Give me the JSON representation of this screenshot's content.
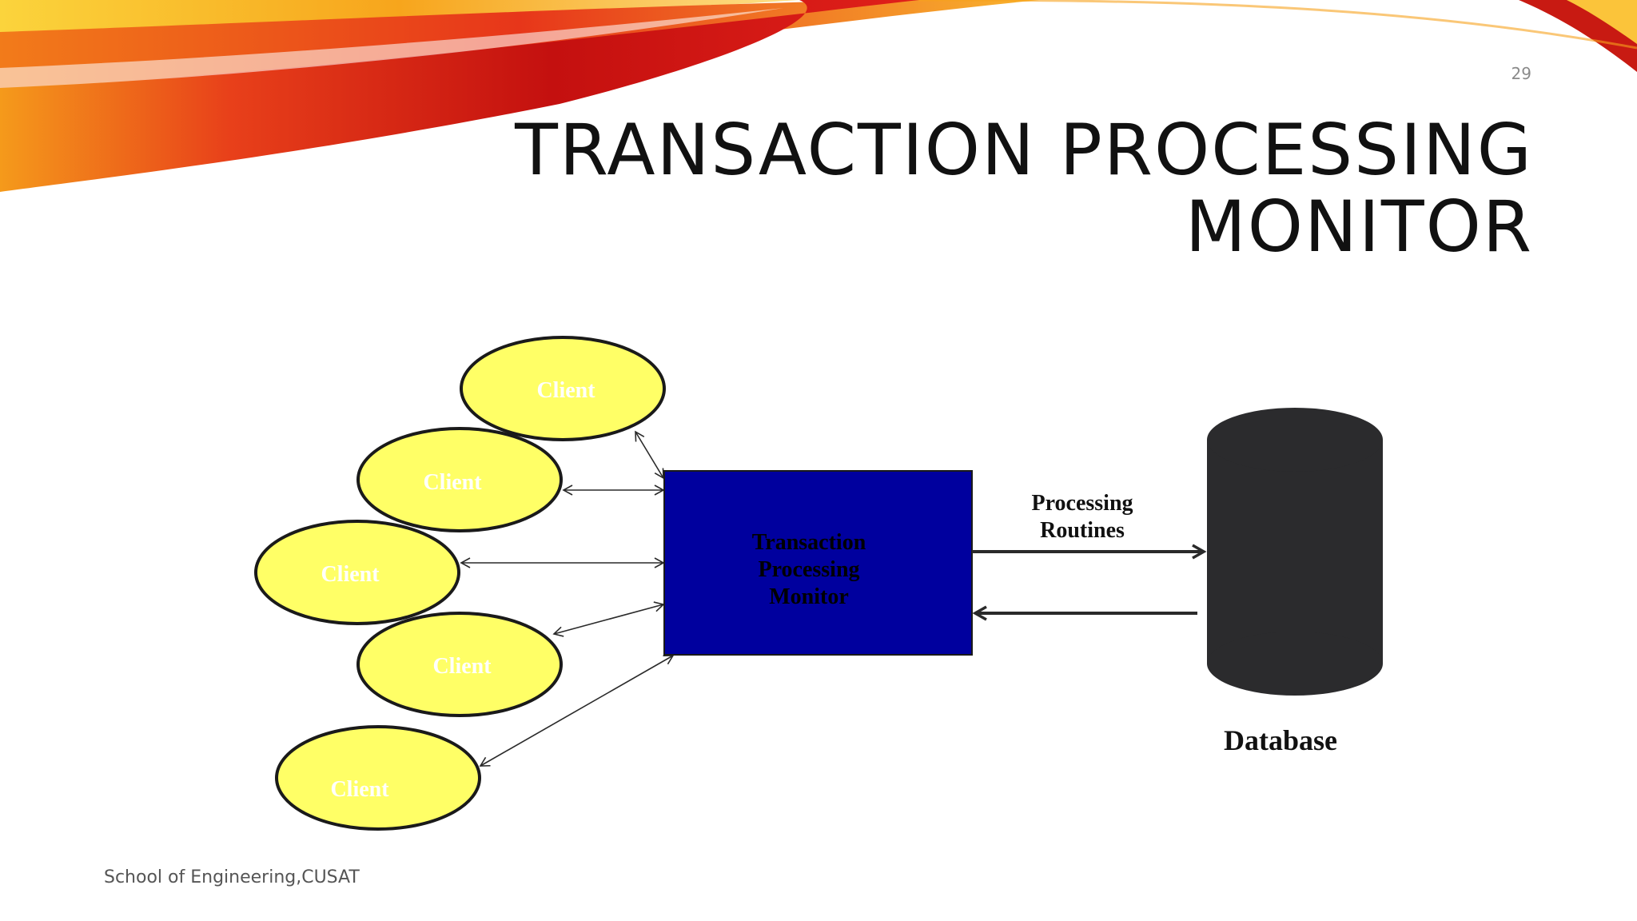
{
  "slide": {
    "number": "29",
    "title_line1": "TRANSACTION PROCESSING",
    "title_line2": "MONITOR",
    "footer": "School of Engineering,CUSAT",
    "colors": {
      "client_fill": "#ffff66",
      "client_stroke": "#1a1a1a",
      "client_text": "#ffffff",
      "monitor_fill": "#00009e",
      "monitor_text": "#000000",
      "database_fill": "#2b2b2d",
      "arrow": "#2a2a2a",
      "swoosh_red": "#e0201a",
      "swoosh_orange": "#f7a51c",
      "swoosh_yellow": "#ffd24a"
    }
  },
  "diagram": {
    "clients": [
      {
        "label": "Client"
      },
      {
        "label": "Client"
      },
      {
        "label": "Client"
      },
      {
        "label": "Client"
      },
      {
        "label": "Client"
      }
    ],
    "monitor": {
      "line1": "Transaction",
      "line2": "Processing",
      "line3": "Monitor"
    },
    "routines": {
      "line1": "Processing",
      "line2": "Routines"
    },
    "database": {
      "label": "Database"
    }
  }
}
